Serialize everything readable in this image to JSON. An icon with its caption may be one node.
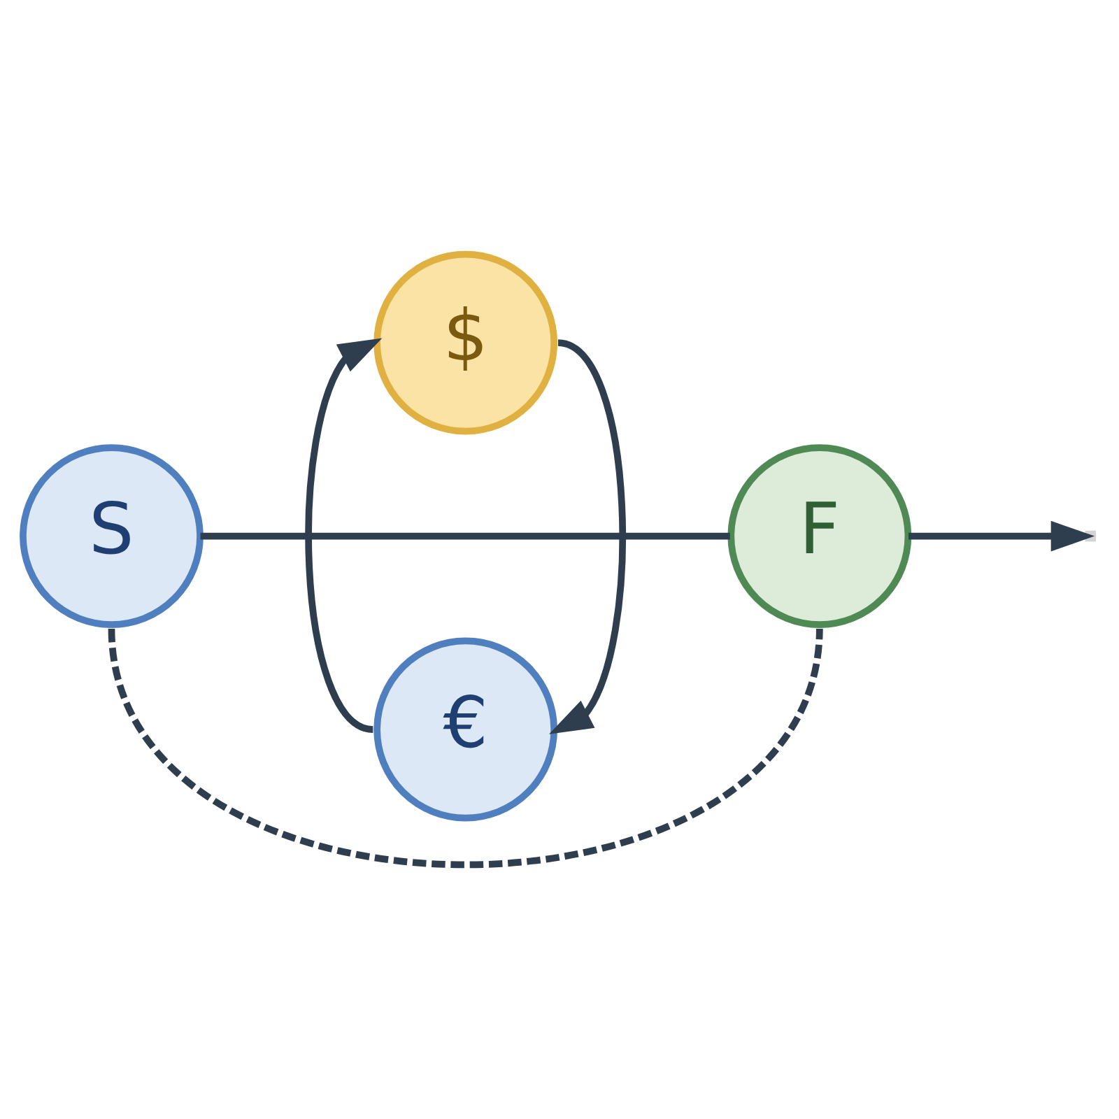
{
  "diagram": {
    "nodes": [
      {
        "text": [
          "S"
        ]
      },
      {
        "text": [
          "$"
        ]
      },
      {
        "text": [
          "€"
        ]
      },
      {
        "text": [
          "F"
        ]
      }
    ],
    "edges": [
      {
        "from": 0,
        "to": 3,
        "arrow": "none"
      },
      {
        "from": 3,
        "to": null,
        "arrow": "to"
      },
      {
        "from": 2,
        "to": 1,
        "arrow": "to"
      },
      {
        "from": 1,
        "to": 2,
        "arrow": "to"
      },
      {
        "from": 0,
        "to": 3,
        "arrow": "none",
        "style": "dashed"
      }
    ]
  }
}
